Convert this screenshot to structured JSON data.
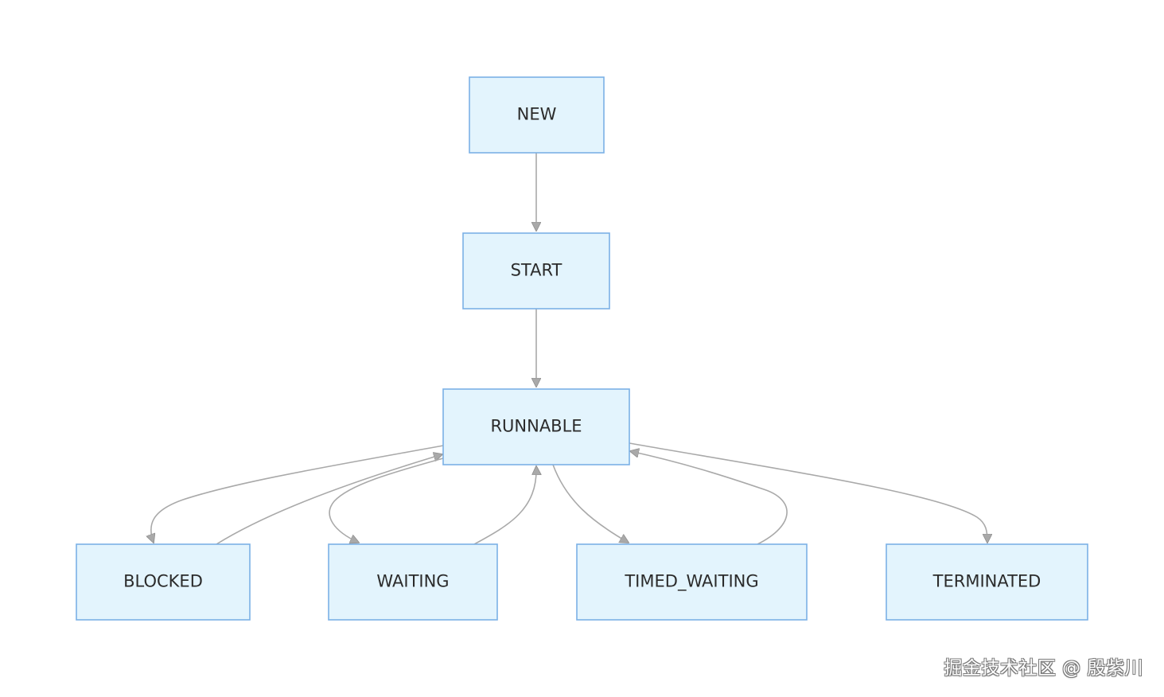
{
  "nodes": [
    {
      "id": "NEW",
      "label": "NEW"
    },
    {
      "id": "START",
      "label": "START"
    },
    {
      "id": "RUNNABLE",
      "label": "RUNNABLE"
    },
    {
      "id": "BLOCKED",
      "label": "BLOCKED"
    },
    {
      "id": "WAITING",
      "label": "WAITING"
    },
    {
      "id": "TIMED_WAITING",
      "label": "TIMED_WAITING"
    },
    {
      "id": "TERMINATED",
      "label": "TERMINATED"
    }
  ],
  "edges": [
    {
      "from": "NEW",
      "to": "START"
    },
    {
      "from": "START",
      "to": "RUNNABLE"
    },
    {
      "from": "RUNNABLE",
      "to": "BLOCKED"
    },
    {
      "from": "BLOCKED",
      "to": "RUNNABLE"
    },
    {
      "from": "RUNNABLE",
      "to": "WAITING"
    },
    {
      "from": "WAITING",
      "to": "RUNNABLE"
    },
    {
      "from": "RUNNABLE",
      "to": "TIMED_WAITING"
    },
    {
      "from": "TIMED_WAITING",
      "to": "RUNNABLE"
    },
    {
      "from": "RUNNABLE",
      "to": "TERMINATED"
    }
  ],
  "colors": {
    "node_fill": "#e3f4fd",
    "node_border": "#7bb0e6",
    "edge": "#a9a9a9",
    "arrowhead": "#a9a9a9",
    "text": "#2b2b2b"
  },
  "watermark": "掘金技术社区 @ 殷紫川"
}
